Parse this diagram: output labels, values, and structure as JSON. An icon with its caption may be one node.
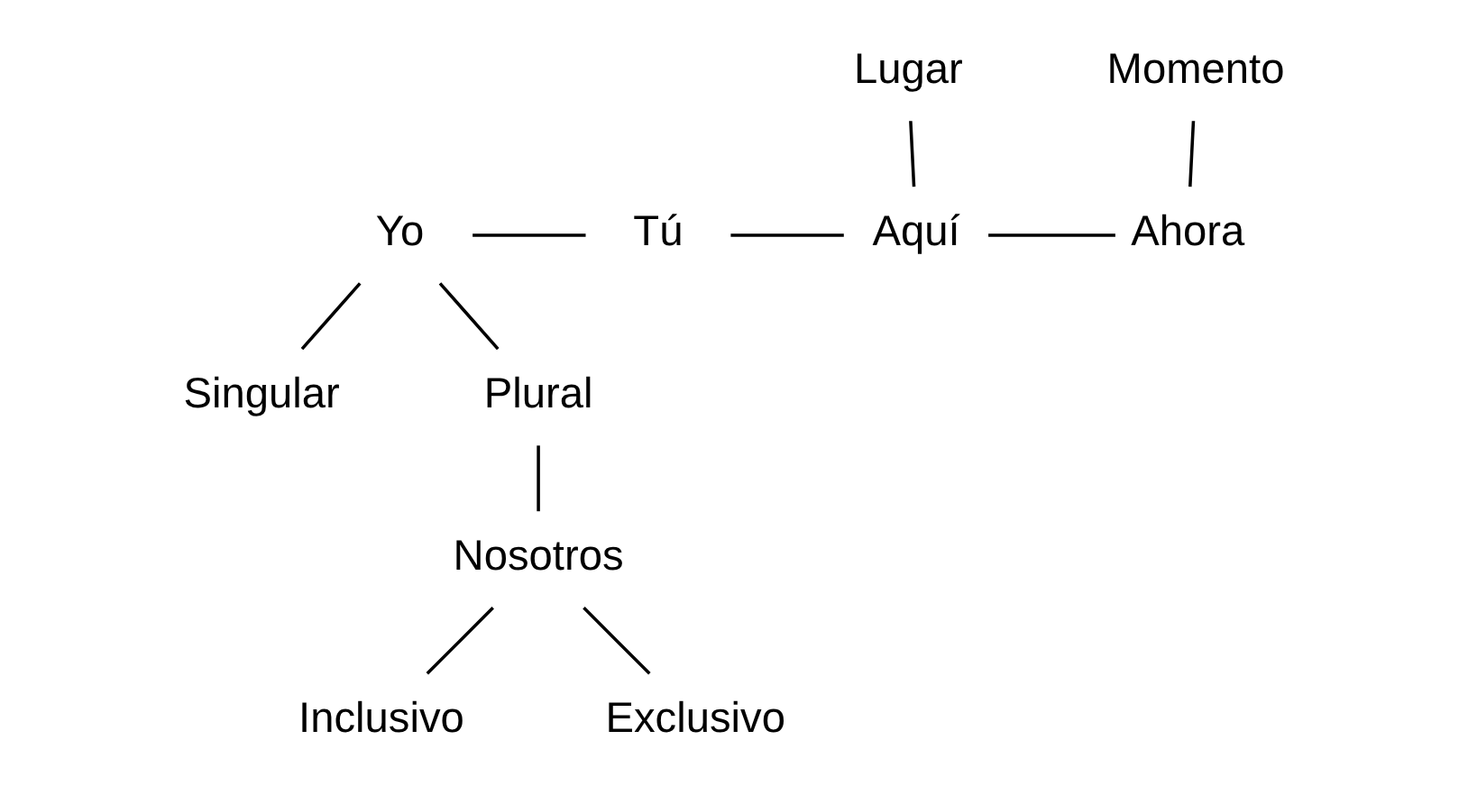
{
  "diagram": {
    "nodes": [
      {
        "text": [
          "Lugar"
        ]
      },
      {
        "text": [
          "Momento"
        ]
      },
      {
        "text": [
          "Yo"
        ]
      },
      {
        "text": [
          "Tú"
        ]
      },
      {
        "text": [
          "Aquí"
        ]
      },
      {
        "text": [
          "Ahora"
        ]
      },
      {
        "text": [
          "Singular"
        ]
      },
      {
        "text": [
          "Plural"
        ]
      },
      {
        "text": [
          "Nosotros"
        ]
      },
      {
        "text": [
          "Inclusivo"
        ]
      },
      {
        "text": [
          "Exclusivo"
        ]
      }
    ],
    "edges": [
      {
        "from": 2,
        "to": 3,
        "arrow": "none"
      },
      {
        "from": 3,
        "to": 4,
        "arrow": "none"
      },
      {
        "from": 4,
        "to": 5,
        "arrow": "none"
      },
      {
        "from": 0,
        "to": 4,
        "arrow": "none"
      },
      {
        "from": 1,
        "to": 5,
        "arrow": "none"
      },
      {
        "from": 2,
        "to": 6,
        "arrow": "none"
      },
      {
        "from": 2,
        "to": 7,
        "arrow": "none"
      },
      {
        "from": 7,
        "to": 8,
        "arrow": "none"
      },
      {
        "from": 8,
        "to": 9,
        "arrow": "none"
      },
      {
        "from": 8,
        "to": 10,
        "arrow": "none"
      }
    ]
  }
}
